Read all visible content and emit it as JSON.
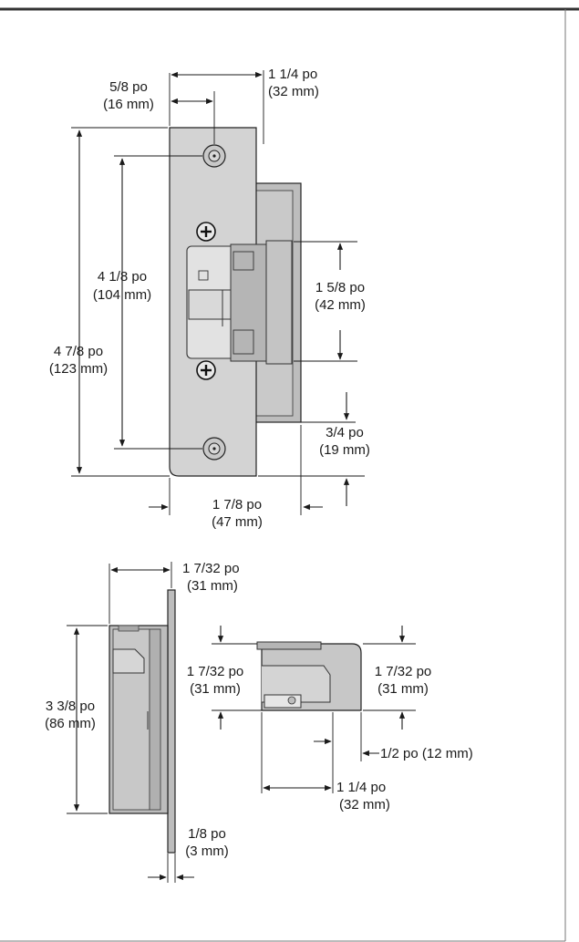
{
  "colors": {
    "plate": "#cfcfcf",
    "plate_dark": "#a9a9a9",
    "body": "#bdbdbd",
    "frame": "#555555",
    "line": "#1a1a1a"
  },
  "front_view": {
    "width_top": {
      "frac": "1 1/4 po",
      "metric": "(32 mm)"
    },
    "hole_offset": {
      "frac": "5/8 po",
      "metric": "(16 mm)"
    },
    "hole_spacing": {
      "frac": "4 1/8 po",
      "metric": "(104 mm)"
    },
    "plate_height": {
      "frac": "4 7/8 po",
      "metric": "(123 mm)"
    },
    "keeper_height": {
      "frac": "1 5/8 po",
      "metric": "(42 mm)"
    },
    "body_offset": {
      "frac": "3/4 po",
      "metric": "(19 mm)"
    },
    "overall_width": {
      "frac": "1 7/8 po",
      "metric": "(47 mm)"
    }
  },
  "side_view": {
    "depth": {
      "frac": "1 7/32 po",
      "metric": "(31 mm)"
    },
    "height": {
      "frac": "3 3/8 po",
      "metric": "(86 mm)"
    },
    "plate_thickness": {
      "frac": "1/8 po",
      "metric": "(3 mm)"
    }
  },
  "top_view": {
    "height_left": {
      "frac": "1 7/32 po",
      "metric": "(31 mm)"
    },
    "height_right": {
      "frac": "1 7/32 po",
      "metric": "(31 mm)"
    },
    "lip": {
      "text": "1/2 po (12 mm)"
    },
    "length": {
      "frac": "1 1/4 po",
      "metric": "(32 mm)"
    }
  }
}
